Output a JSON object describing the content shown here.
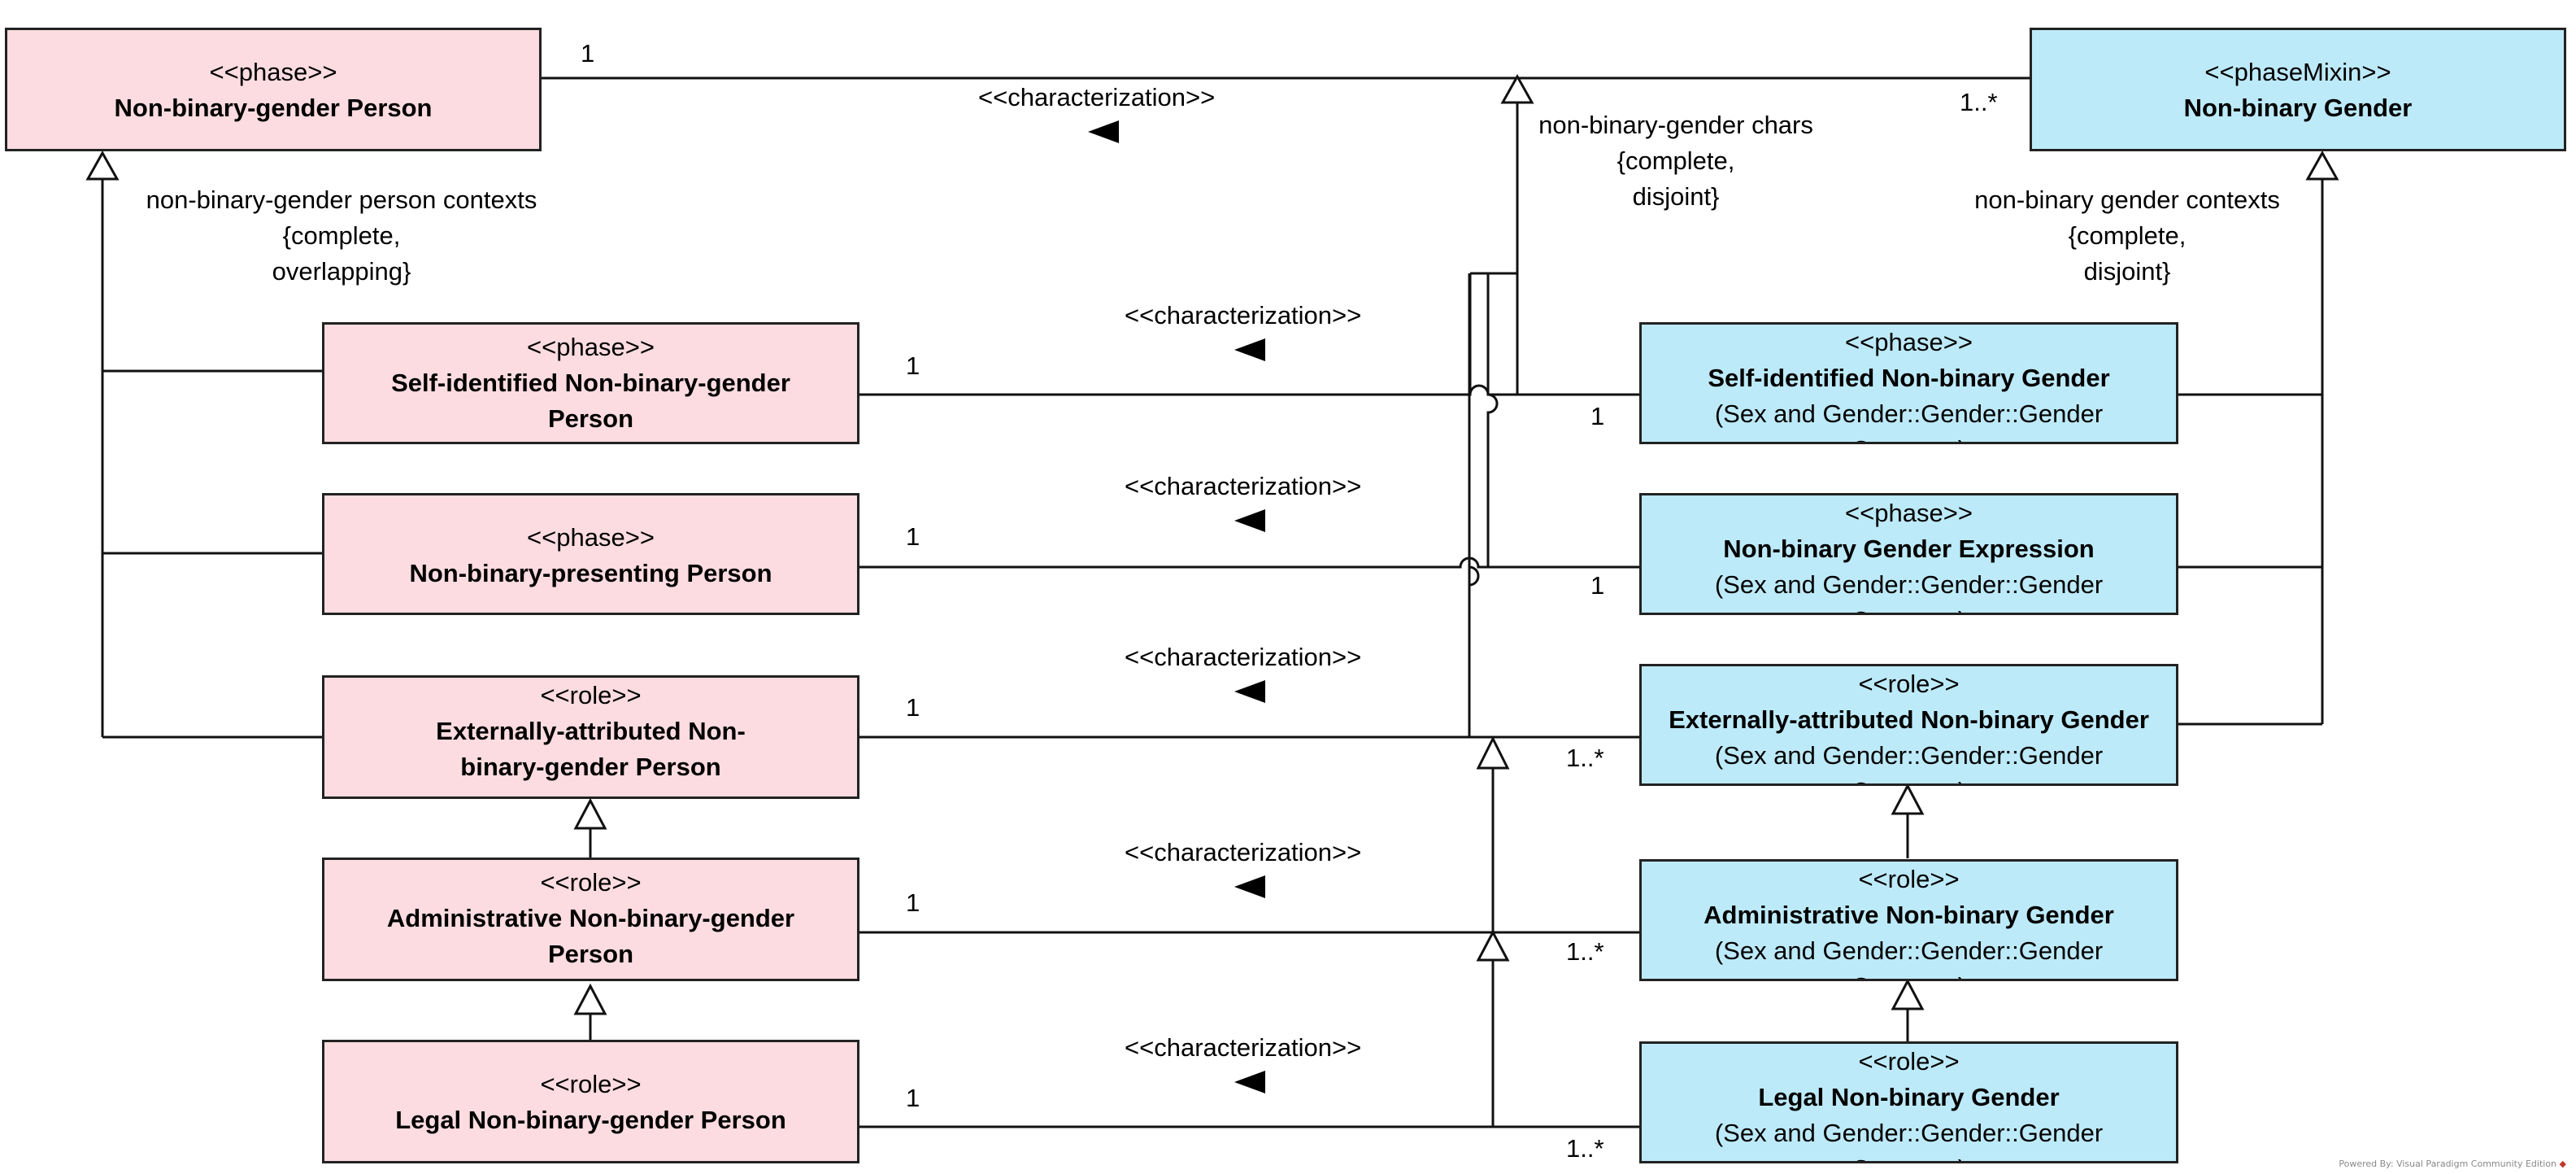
{
  "classes": {
    "nb_person": {
      "stereotype": "<<phase>>",
      "name": "Non-binary-gender Person",
      "sub": ""
    },
    "self_person": {
      "stereotype": "<<phase>>",
      "name": "Self-identified Non-binary-gender Person",
      "sub": ""
    },
    "pres_person": {
      "stereotype": "<<phase>>",
      "name": "Non-binary-presenting Person",
      "sub": ""
    },
    "ext_person": {
      "stereotype": "<<role>>",
      "name": "Externally-attributed Non-binary-gender Person",
      "sub": ""
    },
    "adm_person": {
      "stereotype": "<<role>>",
      "name": "Administrative Non-binary-gender Person",
      "sub": ""
    },
    "legal_person": {
      "stereotype": "<<role>>",
      "name": "Legal Non-binary-gender Person",
      "sub": ""
    },
    "nb_gender": {
      "stereotype": "<<phaseMixin>>",
      "name": "Non-binary Gender",
      "sub": ""
    },
    "self_gender": {
      "stereotype": "<<phase>>",
      "name": "Self-identified Non-binary Gender",
      "sub": "(Sex and Gender::Gender::Gender Concepts)"
    },
    "expr_gender": {
      "stereotype": "<<phase>>",
      "name": "Non-binary Gender Expression",
      "sub": "(Sex and Gender::Gender::Gender Concepts)"
    },
    "ext_gender": {
      "stereotype": "<<role>>",
      "name": "Externally-attributed Non-binary Gender",
      "sub": "(Sex and Gender::Gender::Gender Concepts)"
    },
    "adm_gender": {
      "stereotype": "<<role>>",
      "name": "Administrative Non-binary Gender",
      "sub": "(Sex and Gender::Gender::Gender Concepts)"
    },
    "legal_gender": {
      "stereotype": "<<role>>",
      "name": "Legal Non-binary Gender",
      "sub": "(Sex and Gender::Gender::Gender Concepts)"
    }
  },
  "labels": {
    "characterization": "<<characterization>>",
    "mult_one": "1",
    "mult_one_many": "1..*",
    "gs_person": [
      "non-binary-gender person contexts",
      "{complete,",
      "overlapping}"
    ],
    "gs_chars": [
      "non-binary-gender chars",
      "{complete,",
      "disjoint}"
    ],
    "gs_gender": [
      "non-binary gender contexts",
      "{complete,",
      "disjoint}"
    ]
  },
  "footer": "Powered By: Visual Paradigm Community Edition"
}
